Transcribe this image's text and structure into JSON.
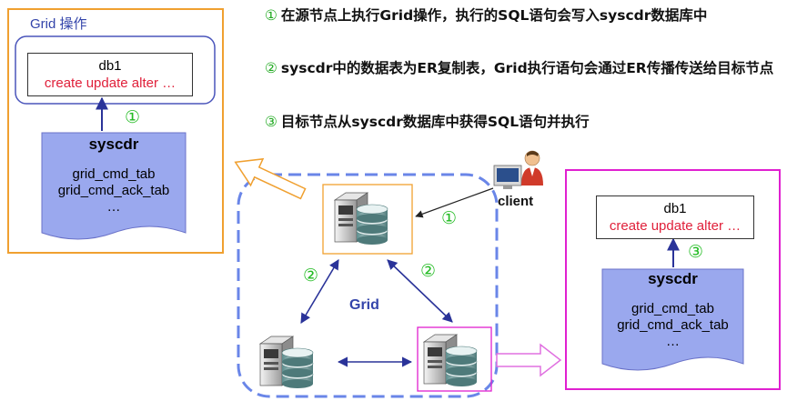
{
  "left_panel": {
    "title": "Grid 操作",
    "db_name": "db1",
    "db_cmd": "create update alter …",
    "step": "①",
    "syscdr": {
      "title": "syscdr",
      "tables": [
        "grid_cmd_tab",
        "grid_cmd_ack_tab",
        "…"
      ]
    }
  },
  "bullets": [
    {
      "num": "①",
      "text": "在源节点上执行Grid操作，执行的SQL语句会写入syscdr数据库中"
    },
    {
      "num": "②",
      "text": "syscdr中的数据表为ER复制表，Grid执行语句会通过ER传播传送给目标节点"
    },
    {
      "num": "③",
      "text": "目标节点从syscdr数据库中获得SQL语句并执行"
    }
  ],
  "center": {
    "grid_label": "Grid",
    "client_label": "client",
    "step_client": "①",
    "step_left": "②",
    "step_right": "②"
  },
  "right_panel": {
    "db_name": "db1",
    "db_cmd": "create update alter …",
    "step": "③",
    "syscdr": {
      "title": "syscdr",
      "tables": [
        "grid_cmd_tab",
        "grid_cmd_ack_tab",
        "…"
      ]
    }
  },
  "colors": {
    "orange": "#f0a030",
    "magenta": "#e020d0",
    "blue": "#3344aa",
    "doc_fill": "#9aa8ee",
    "step_green": "#22bb22",
    "cmd_red": "#e0203a"
  }
}
